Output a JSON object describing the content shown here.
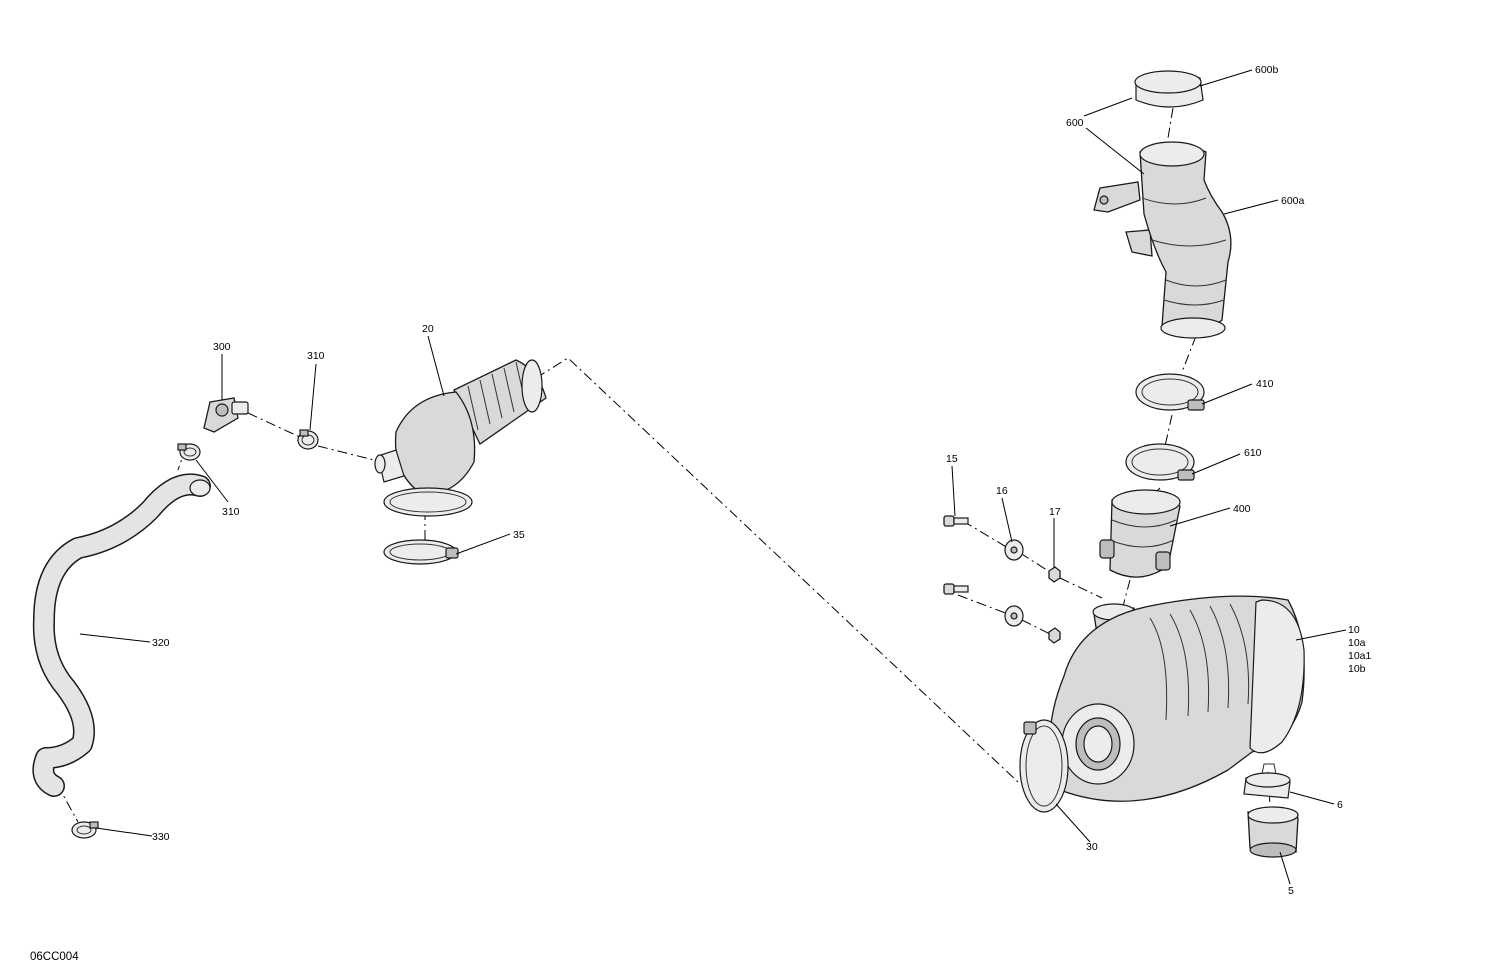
{
  "drawing_id": "06CC004",
  "callouts": {
    "c600b": "600b",
    "c600": "600",
    "c600a": "600a",
    "c410": "410",
    "c610": "610",
    "c400": "400",
    "c15": "15",
    "c16": "16",
    "c17": "17",
    "c10": "10",
    "c10a": "10a",
    "c10a1": "10a1",
    "c10b": "10b",
    "c6": "6",
    "c5": "5",
    "c30": "30",
    "c20": "20",
    "c300": "300",
    "c310_top": "310",
    "c310_bottom": "310",
    "c35": "35",
    "c320": "320",
    "c330": "330"
  },
  "colors": {
    "part_fill": "#d9d9d9",
    "line": "#1a1a1a",
    "background": "#ffffff"
  }
}
